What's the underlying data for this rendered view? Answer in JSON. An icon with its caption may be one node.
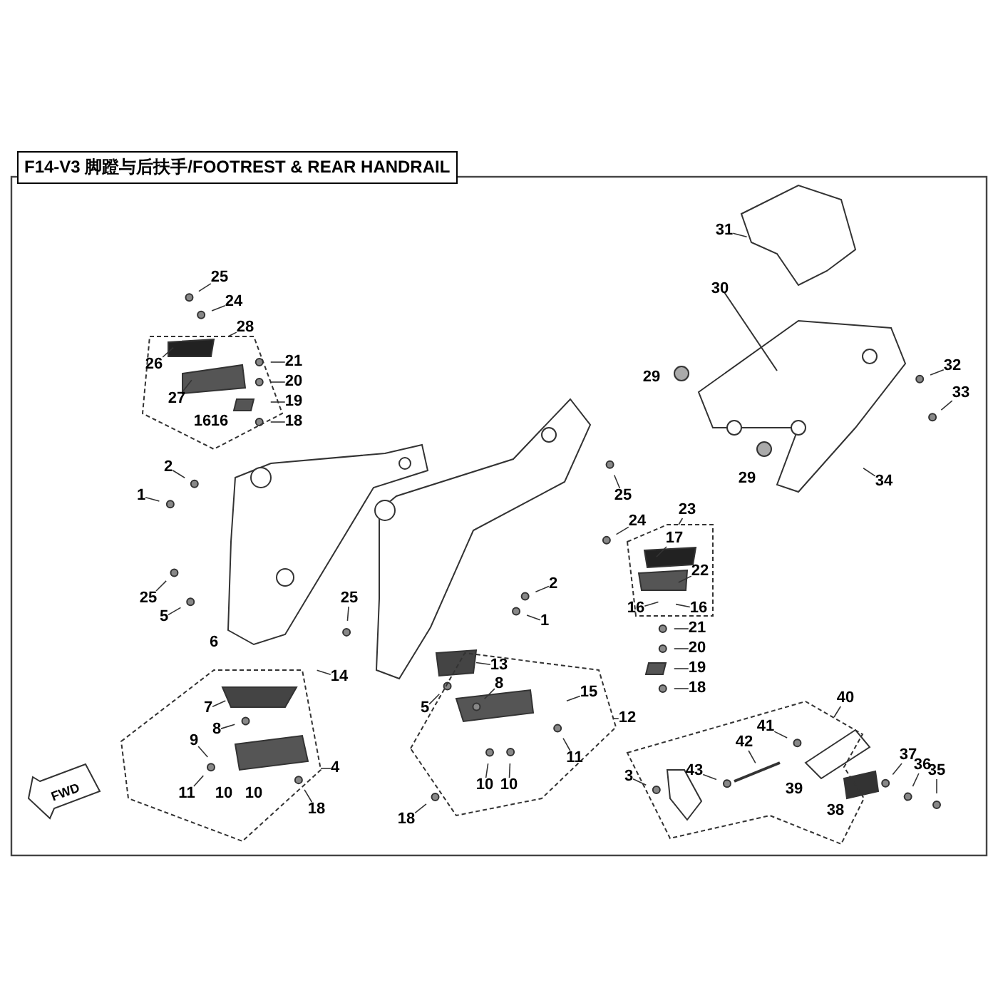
{
  "diagram": {
    "title": "F14-V3 脚蹬与后扶手/FOOTREST & REAR HANDRAIL",
    "nodes": [
      {
        "text": [
          "25"
        ]
      },
      {
        "text": [
          "24"
        ]
      },
      {
        "text": [
          "28"
        ]
      },
      {
        "text": [
          "26"
        ],
        "in": 55
      },
      {
        "text": [
          "27"
        ],
        "in": 55
      },
      {
        "text": [
          "21"
        ]
      },
      {
        "text": [
          "20"
        ]
      },
      {
        "text": [
          "19"
        ]
      },
      {
        "text": [
          "18"
        ]
      },
      {
        "text": [
          "2"
        ]
      },
      {
        "text": [
          "1"
        ]
      },
      {
        "text": [
          "25"
        ]
      },
      {
        "text": [
          "5"
        ]
      },
      {
        "text": [
          "7"
        ],
        "in": 56
      },
      {
        "text": [
          "8"
        ],
        "in": 56
      },
      {
        "text": [
          "9"
        ],
        "in": 56
      },
      {
        "text": [
          "11"
        ],
        "in": 56
      },
      {
        "text": [
          "4"
        ]
      },
      {
        "text": [
          "18"
        ]
      },
      {
        "text": [
          "25"
        ]
      },
      {
        "text": [
          "14"
        ]
      },
      {
        "text": [
          "5"
        ]
      },
      {
        "text": [
          "18"
        ]
      },
      {
        "text": [
          "2"
        ]
      },
      {
        "text": [
          "1"
        ]
      },
      {
        "text": [
          "13"
        ],
        "in": 57
      },
      {
        "text": [
          "8"
        ],
        "in": 57
      },
      {
        "text": [
          "15"
        ],
        "in": 57
      },
      {
        "text": [
          "12"
        ]
      },
      {
        "text": [
          "11"
        ],
        "in": 57
      },
      {
        "text": [
          "10"
        ],
        "in": 57
      },
      {
        "text": [
          "10"
        ],
        "in": 57
      },
      {
        "text": [
          "25"
        ]
      },
      {
        "text": [
          "24"
        ]
      },
      {
        "text": [
          "23"
        ]
      },
      {
        "text": [
          "17"
        ],
        "in": 58
      },
      {
        "text": [
          "22"
        ],
        "in": 58
      },
      {
        "text": [
          "16"
        ],
        "in": 58
      },
      {
        "text": [
          "16"
        ],
        "in": 58
      },
      {
        "text": [
          "21"
        ]
      },
      {
        "text": [
          "20"
        ]
      },
      {
        "text": [
          "19"
        ]
      },
      {
        "text": [
          "18"
        ]
      },
      {
        "text": [
          "40"
        ]
      },
      {
        "text": [
          "41"
        ],
        "in": 59
      },
      {
        "text": [
          "42"
        ],
        "in": 59
      },
      {
        "text": [
          "3"
        ]
      },
      {
        "text": [
          "43"
        ],
        "in": 59
      },
      {
        "text": [
          "37"
        ]
      },
      {
        "text": [
          "36"
        ]
      },
      {
        "text": [
          "35"
        ]
      },
      {
        "text": [
          "31"
        ]
      },
      {
        "text": [
          "32"
        ]
      },
      {
        "text": [
          "33"
        ]
      },
      {
        "text": [
          "34"
        ]
      },
      {
        "text": [],
        "shape": "box"
      },
      {
        "text": [],
        "shape": "box"
      },
      {
        "text": [],
        "shape": "box"
      },
      {
        "text": [],
        "shape": "box"
      },
      {
        "text": [],
        "shape": "box"
      }
    ],
    "edges": [
      {
        "from": 0,
        "to": null,
        "arrow": "none"
      },
      {
        "from": 1,
        "to": null,
        "arrow": "none"
      },
      {
        "from": 2,
        "to": 55,
        "arrow": "none"
      },
      {
        "from": 3,
        "to": null,
        "arrow": "none"
      },
      {
        "from": 4,
        "to": null,
        "arrow": "none"
      },
      {
        "from": 5,
        "to": null,
        "arrow": "none"
      },
      {
        "from": 6,
        "to": null,
        "arrow": "none"
      },
      {
        "from": 7,
        "to": null,
        "arrow": "none"
      },
      {
        "from": 8,
        "to": null,
        "arrow": "none"
      },
      {
        "from": 9,
        "to": null,
        "arrow": "none"
      },
      {
        "from": 10,
        "to": null,
        "arrow": "none"
      },
      {
        "from": 11,
        "to": null,
        "arrow": "none"
      },
      {
        "from": 12,
        "to": null,
        "arrow": "none"
      },
      {
        "from": 13,
        "to": null,
        "arrow": "none"
      },
      {
        "from": 14,
        "to": null,
        "arrow": "none"
      },
      {
        "from": 15,
        "to": null,
        "arrow": "none"
      },
      {
        "from": 16,
        "to": null,
        "arrow": "none"
      },
      {
        "from": 17,
        "to": 56,
        "arrow": "none"
      },
      {
        "from": 18,
        "to": null,
        "arrow": "none"
      },
      {
        "from": 19,
        "to": null,
        "arrow": "none"
      },
      {
        "from": 20,
        "to": null,
        "arrow": "none"
      },
      {
        "from": 21,
        "to": null,
        "arrow": "none"
      },
      {
        "from": 22,
        "to": null,
        "arrow": "none"
      },
      {
        "from": 23,
        "to": null,
        "arrow": "none"
      },
      {
        "from": 24,
        "to": null,
        "arrow": "none"
      },
      {
        "from": 25,
        "to": null,
        "arrow": "none"
      },
      {
        "from": 26,
        "to": null,
        "arrow": "none"
      },
      {
        "from": 27,
        "to": null,
        "arrow": "none"
      },
      {
        "from": 28,
        "to": 57,
        "arrow": "none"
      },
      {
        "from": 29,
        "to": null,
        "arrow": "none"
      },
      {
        "from": 30,
        "to": null,
        "arrow": "none"
      },
      {
        "from": 31,
        "to": null,
        "arrow": "none"
      },
      {
        "from": 32,
        "to": null,
        "arrow": "none"
      },
      {
        "from": 33,
        "to": null,
        "arrow": "none"
      },
      {
        "from": 34,
        "to": 58,
        "arrow": "none"
      },
      {
        "from": 35,
        "to": null,
        "arrow": "none"
      },
      {
        "from": 36,
        "to": null,
        "arrow": "none"
      },
      {
        "from": 37,
        "to": null,
        "arrow": "none"
      },
      {
        "from": 38,
        "to": null,
        "arrow": "none"
      },
      {
        "from": 39,
        "to": null,
        "arrow": "none"
      },
      {
        "from": 40,
        "to": null,
        "arrow": "none"
      },
      {
        "from": 41,
        "to": null,
        "arrow": "none"
      },
      {
        "from": 42,
        "to": null,
        "arrow": "none"
      },
      {
        "from": 43,
        "to": 59,
        "arrow": "none"
      },
      {
        "from": 44,
        "to": null,
        "arrow": "none"
      },
      {
        "from": 45,
        "to": null,
        "arrow": "none"
      },
      {
        "from": 46,
        "to": null,
        "arrow": "none"
      },
      {
        "from": 47,
        "to": null,
        "arrow": "none"
      },
      {
        "from": 48,
        "to": null,
        "arrow": "none"
      },
      {
        "from": 49,
        "to": null,
        "arrow": "none"
      },
      {
        "from": 50,
        "to": null,
        "arrow": "none"
      },
      {
        "from": 51,
        "to": null,
        "arrow": "none"
      },
      {
        "from": 52,
        "to": null,
        "arrow": "none"
      },
      {
        "from": 53,
        "to": null,
        "arrow": "none"
      },
      {
        "from": 54,
        "to": null,
        "arrow": "none"
      }
    ],
    "labels": [
      "30",
      "29",
      "16",
      "16",
      "29",
      "6",
      "10",
      "10",
      "39",
      "38",
      "FWD"
    ]
  }
}
